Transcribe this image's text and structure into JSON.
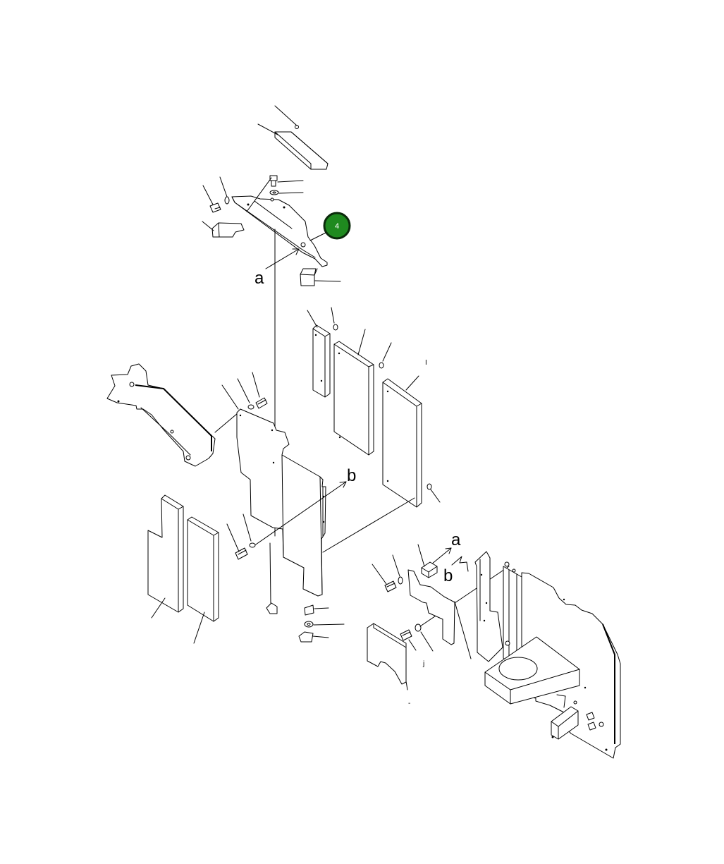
{
  "diagram": {
    "callout": {
      "number": "4",
      "fill": "#1f8a1f",
      "ring": "#0b2a0b"
    },
    "labels": {
      "a_top": "a",
      "b_mid": "b",
      "a_right": "a",
      "b_right": "b"
    },
    "stray_marks": [
      "I",
      "j",
      "-"
    ]
  }
}
